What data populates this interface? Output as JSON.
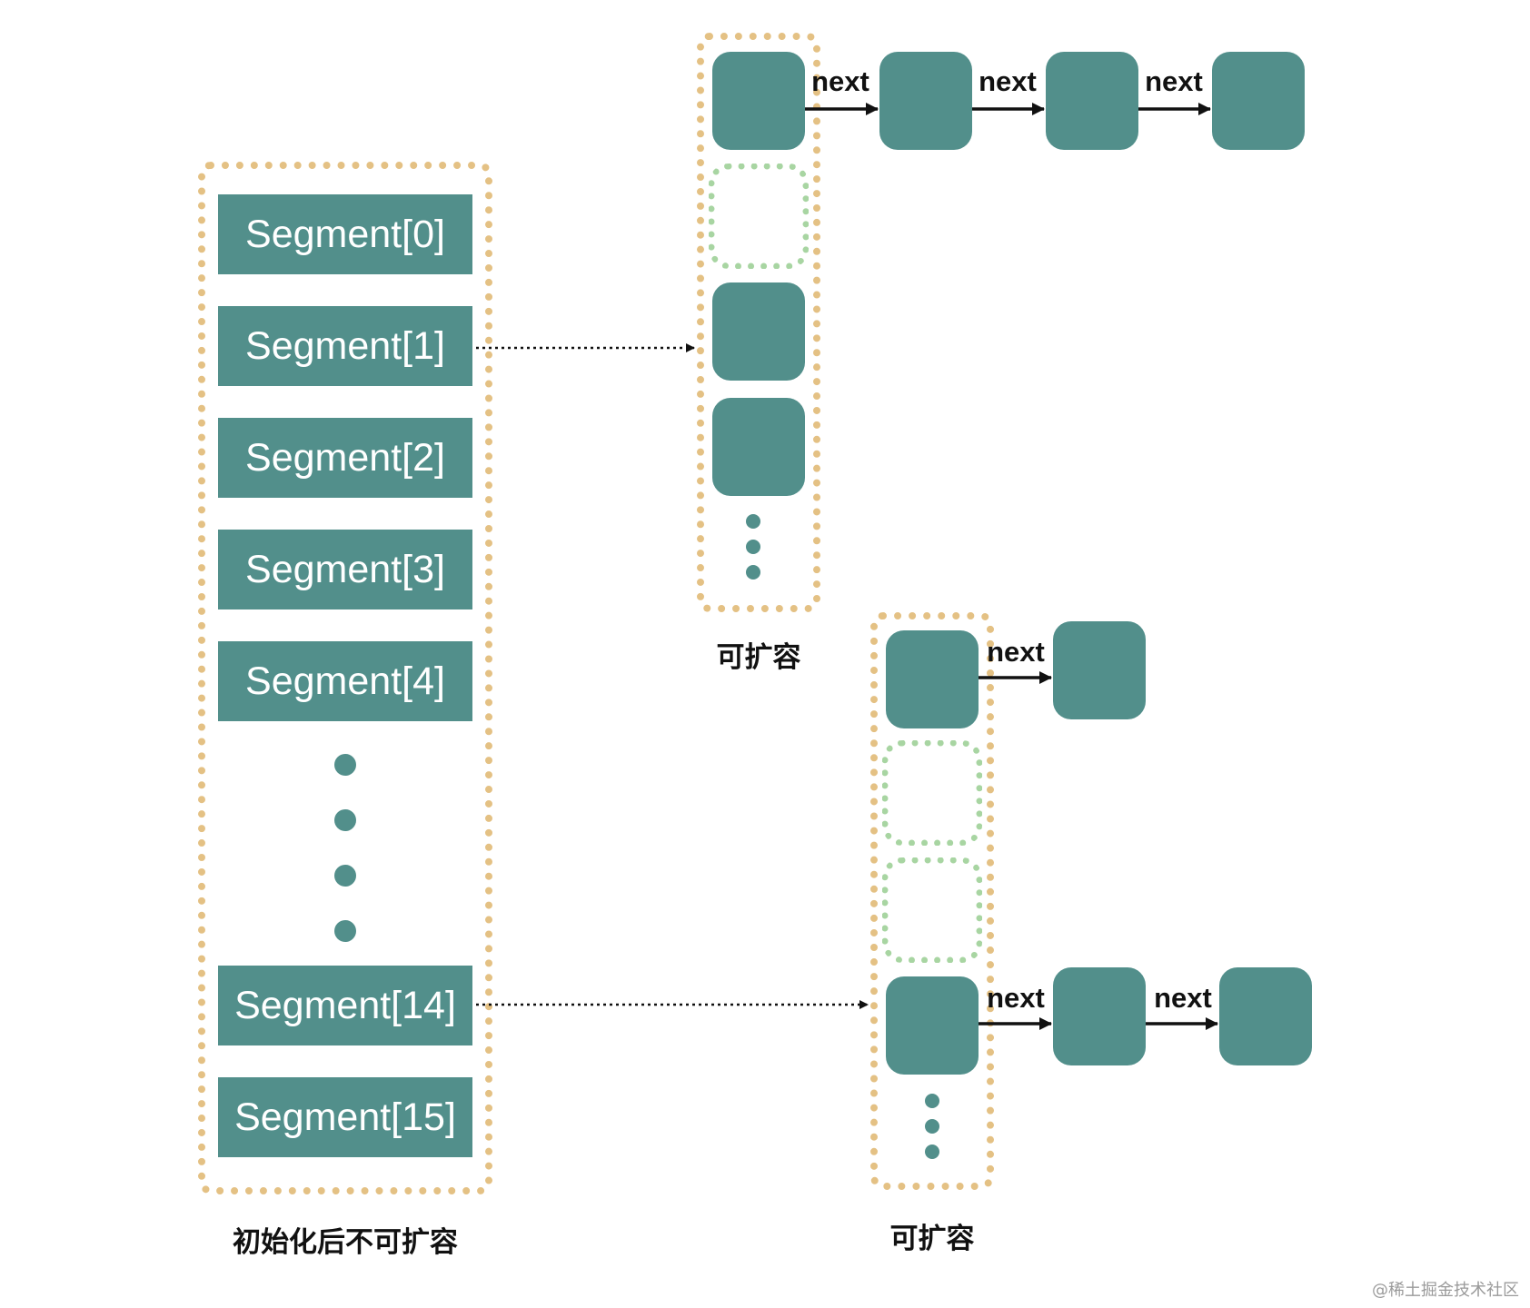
{
  "segment_array": {
    "segments": [
      "Segment[0]",
      "Segment[1]",
      "Segment[2]",
      "Segment[3]",
      "Segment[4]",
      "Segment[14]",
      "Segment[15]"
    ],
    "caption": "初始化后不可扩容"
  },
  "hash_table_top": {
    "caption": "可扩容",
    "next_labels": [
      "next",
      "next",
      "next"
    ]
  },
  "hash_table_bottom": {
    "caption": "可扩容",
    "next_labels": [
      "next",
      "next",
      "next"
    ]
  },
  "watermark": "@稀土掘金技术社区",
  "colors": {
    "node": "#528f8b",
    "frame_border": "#e4c184",
    "empty_slot_border": "#a8d5a2",
    "arrow": "#111111"
  }
}
